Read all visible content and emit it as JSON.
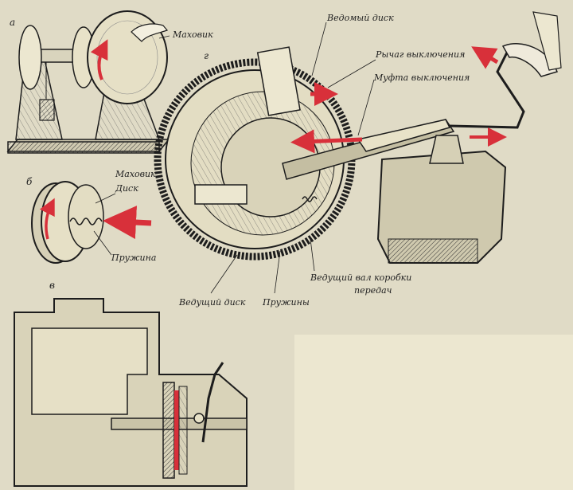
{
  "panels": {
    "a": "а",
    "b": "б",
    "v": "в",
    "g": "г"
  },
  "labels": {
    "flywheel_a": "Маховик",
    "driven_disk": "Ведомый диск",
    "release_lever": "Рычаг выключения",
    "release_clutch": "Муфта выключения",
    "flywheel_b": "Маховик",
    "disk_b": "Диск",
    "spring_b": "Пружина",
    "gearbox_shaft_1": "Ведущий вал коробки",
    "gearbox_shaft_2": "передач",
    "drive_disk": "Ведущий диск",
    "springs": "Пружины"
  },
  "colors": {
    "arrow": "#d8303a",
    "paper": "#e0dbc6",
    "ink": "#1d1d1d",
    "blank": "#ece7d0"
  }
}
